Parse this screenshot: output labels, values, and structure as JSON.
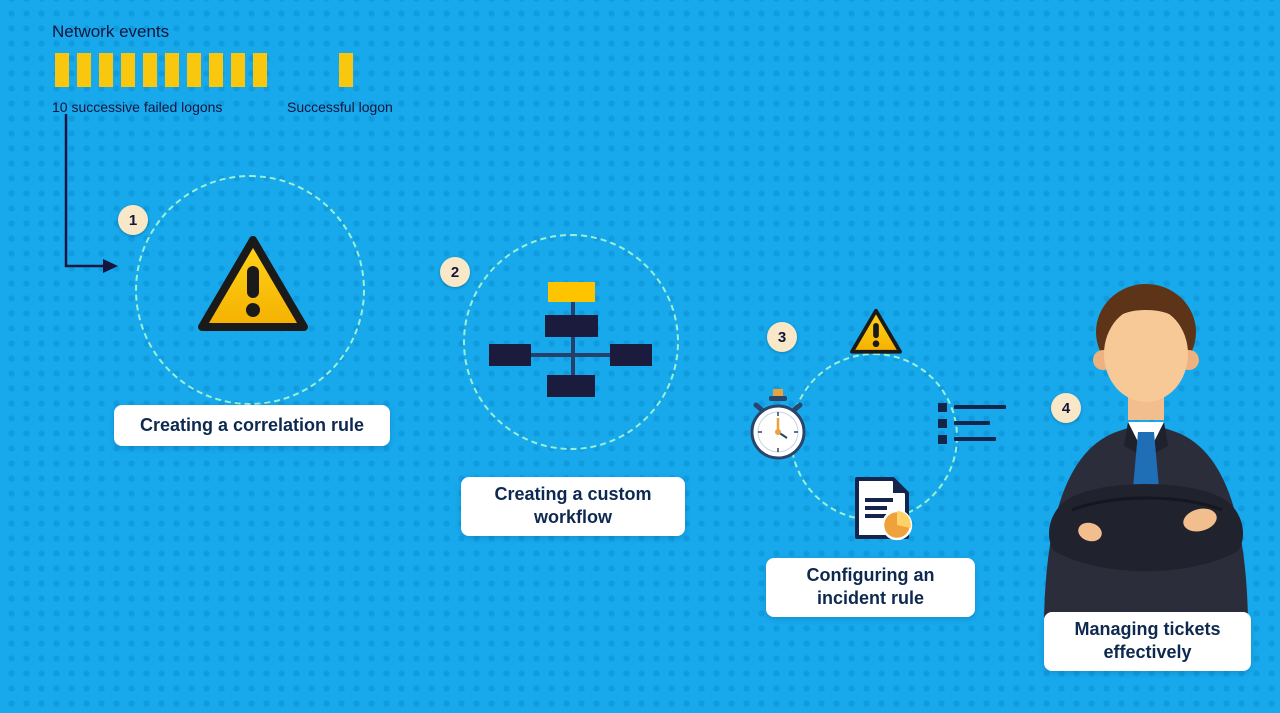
{
  "legend": {
    "title": "Network events",
    "failed": {
      "count": 10,
      "label": "10 successive failed logons"
    },
    "success": {
      "count": 1,
      "label": "Successful logon"
    }
  },
  "steps": [
    {
      "number": "1",
      "label": "Creating a correlation rule",
      "icon": "warning-triangle"
    },
    {
      "number": "2",
      "label": "Creating a custom workflow",
      "icon": "workflow-tree"
    },
    {
      "number": "3",
      "label": "Configuring an incident rule",
      "icons": [
        "warning-triangle",
        "stopwatch",
        "checklist",
        "report-pie-chart"
      ]
    },
    {
      "number": "4",
      "label": "Managing tickets effectively",
      "icon": "support-engineer"
    }
  ],
  "colors": {
    "background": "#17A9EC",
    "dot_pattern": "#0A8ED0",
    "event_bar": "#F9C70E",
    "dark_text": "#14143C",
    "label_text": "#0E2950",
    "label_bg": "#FFFFFF",
    "badge_bg": "#F8E8C8",
    "dashed_circle": "#9BF0D4",
    "warning_yellow": "#FFC907",
    "flow_yellow": "#FFC400",
    "flow_dark": "#1B1B3E",
    "accent_orange": "#E8A33D",
    "tie_blue": "#1E6FB5",
    "suit_dark": "#2B2D3B",
    "skin": "#F2BE8D",
    "hair_brown": "#5E3418"
  }
}
